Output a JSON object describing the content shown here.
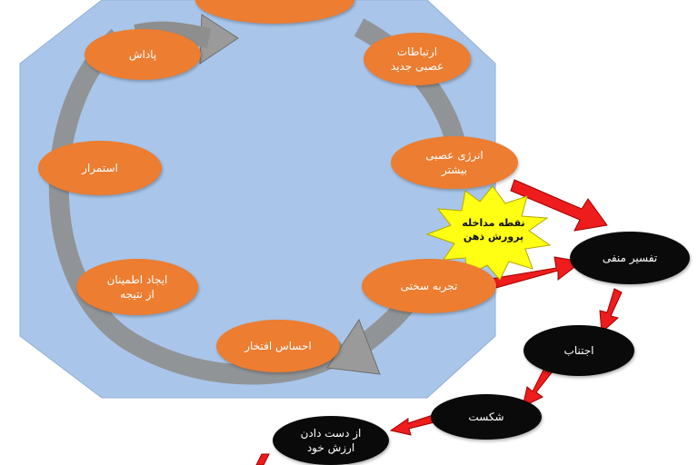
{
  "cycle_nodes": [
    {
      "id": "top",
      "label": ""
    },
    {
      "id": "new-connections",
      "label": "ارتباطات\nعصبی جدید"
    },
    {
      "id": "more-energy",
      "label": "انرژی عصبی\nبیشتر"
    },
    {
      "id": "hard-experience",
      "label": "تجربه سختی"
    },
    {
      "id": "pride",
      "label": "احساس افتخار"
    },
    {
      "id": "confidence",
      "label": "ایجاد اطمینان\nاز نتیجه"
    },
    {
      "id": "persistence",
      "label": "استمرار"
    },
    {
      "id": "reward",
      "label": "پاداش"
    }
  ],
  "intervention_label": "نقطه مداخله\nپرورش ذهن",
  "negative_nodes": [
    {
      "id": "negative-interpretation",
      "label": "تفسیر منفی"
    },
    {
      "id": "avoidance",
      "label": "اجتناب"
    },
    {
      "id": "failure",
      "label": "شکست"
    },
    {
      "id": "loss-of-self-worth",
      "label": "از دست دادن\nارزش خود"
    }
  ],
  "colors": {
    "octagon": "#a9c6ea",
    "octagon_border": "#8fb0d8",
    "cycle_arrow": "#8e8e8e",
    "orange_node": "#ec7d31",
    "black_node": "#0a0a0a",
    "red_arrow": "#ee1c1c",
    "star": "#ffff14"
  }
}
